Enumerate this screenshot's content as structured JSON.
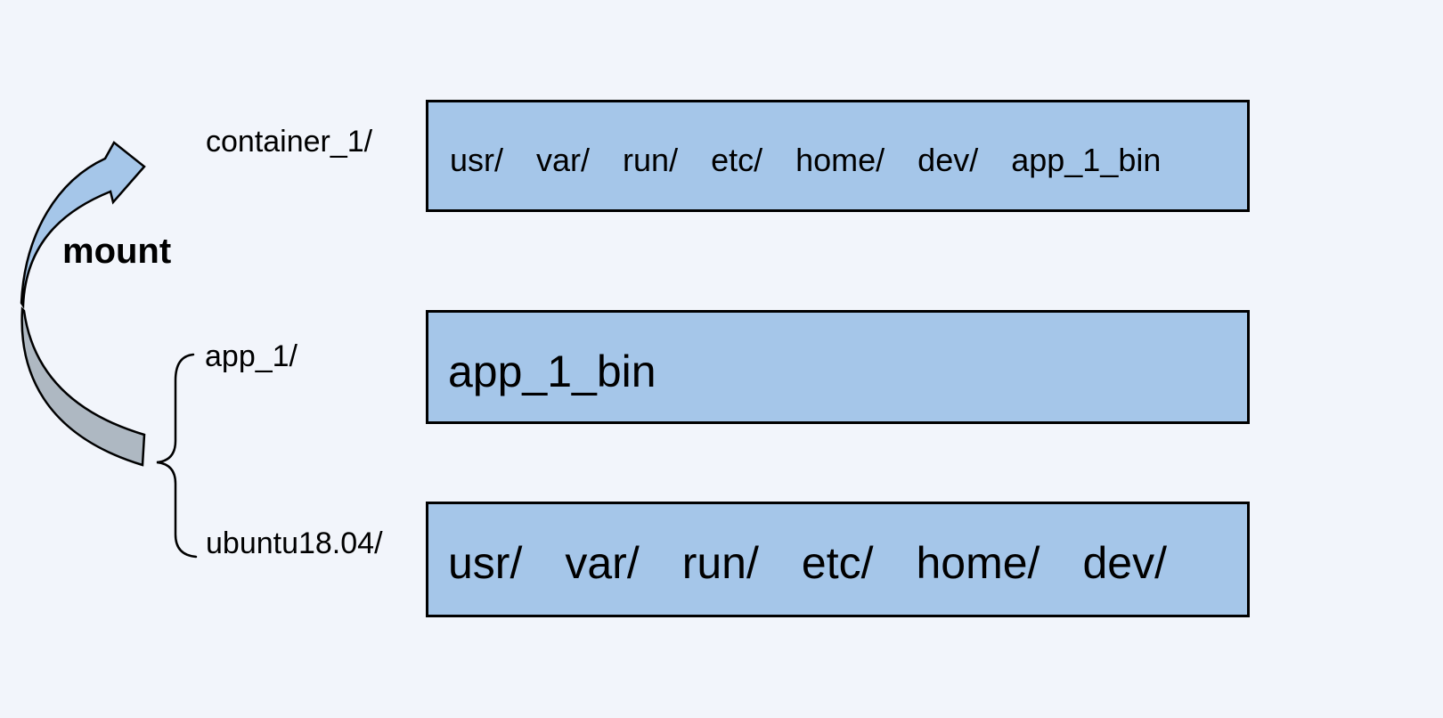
{
  "mount_label": "mount",
  "rows": [
    {
      "label": "container_1/",
      "items": [
        "usr/",
        "var/",
        "run/",
        "etc/",
        "home/",
        "dev/",
        "app_1_bin"
      ]
    },
    {
      "label": "app_1/",
      "items": [
        "app_1_bin"
      ]
    },
    {
      "label": "ubuntu18.04/",
      "items": [
        "usr/",
        "var/",
        "run/",
        "etc/",
        "home/",
        "dev/"
      ]
    }
  ],
  "colors": {
    "box_fill": "#a5c6e9",
    "box_border": "#000000",
    "arrow_fill_top": "#a5c6e9",
    "arrow_fill_bottom": "#aeb8c2",
    "outline": "#000000",
    "text": "#000000",
    "background": "#f2f5fb"
  }
}
